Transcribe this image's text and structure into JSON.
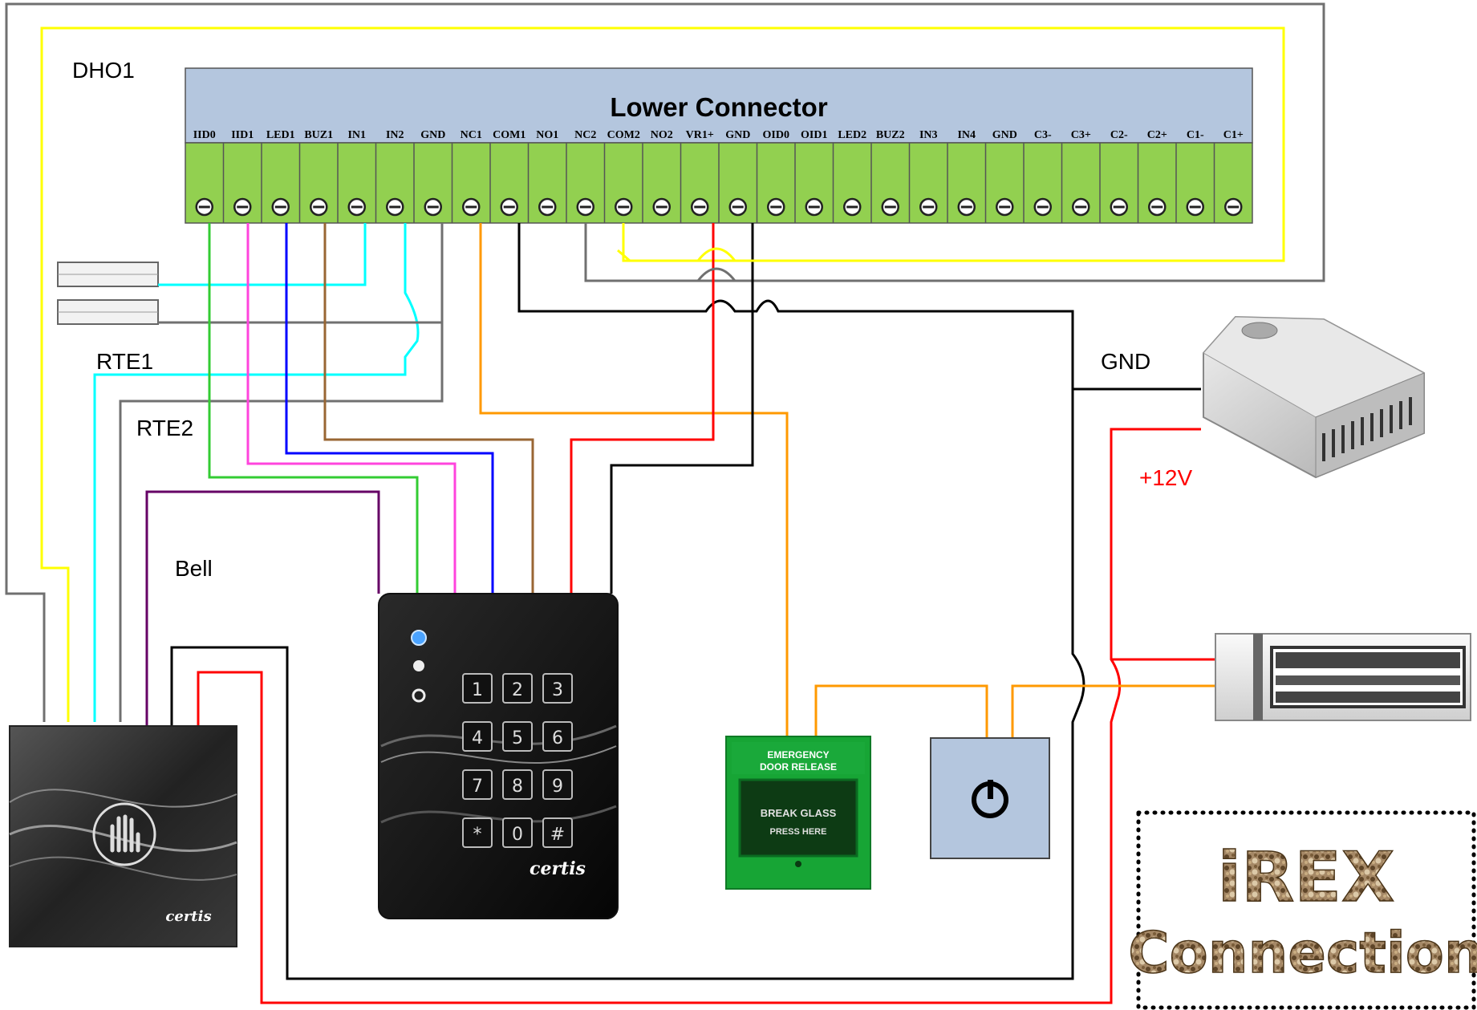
{
  "diagram": {
    "title": "iREX Connection",
    "labels": {
      "dho1": "DHO1",
      "rte1": "RTE1",
      "rte2": "RTE2",
      "bell": "Bell",
      "gnd": "GND",
      "v12": "+12V"
    },
    "connector": {
      "title": "Lower Connector",
      "pins": [
        "IID0",
        "IID1",
        "LED1",
        "BUZ1",
        "IN1",
        "IN2",
        "GND",
        "NC1",
        "COM1",
        "NO1",
        "NC2",
        "COM2",
        "NO2",
        "VR1+",
        "GND",
        "OID0",
        "OID1",
        "LED2",
        "BUZ2",
        "IN3",
        "IN4",
        "GND",
        "C3-",
        "C3+",
        "C2-",
        "C2+",
        "C1-",
        "C1+"
      ]
    },
    "devices": {
      "keypad_keys": [
        "1",
        "2",
        "3",
        "4",
        "5",
        "6",
        "7",
        "8",
        "9",
        "*",
        "0",
        "#"
      ],
      "keypad_brand": "certis",
      "reader_brand": "certis",
      "emergency_text": [
        "EMERGENCY",
        "DOOR RELEASE"
      ],
      "break_glass_text": [
        "BREAK GLASS",
        "PRESS HERE"
      ]
    },
    "brand_text": {
      "line1": "iREX",
      "line2": "Connection"
    },
    "colors": {
      "connector_header": "#b4c6de",
      "terminal_green": "#92d050",
      "wire_yellow": "#ffff00",
      "wire_cyan": "#00ffff",
      "wire_green": "#33cc33",
      "wire_magenta": "#ff44dd",
      "wire_blue": "#0000ff",
      "wire_brown": "#996633",
      "wire_orange": "#ff9900",
      "wire_red": "#ff0000",
      "wire_black": "#000000",
      "wire_gray": "#707070",
      "wire_purple": "#660066",
      "plus12v_text": "#ff0000"
    }
  }
}
